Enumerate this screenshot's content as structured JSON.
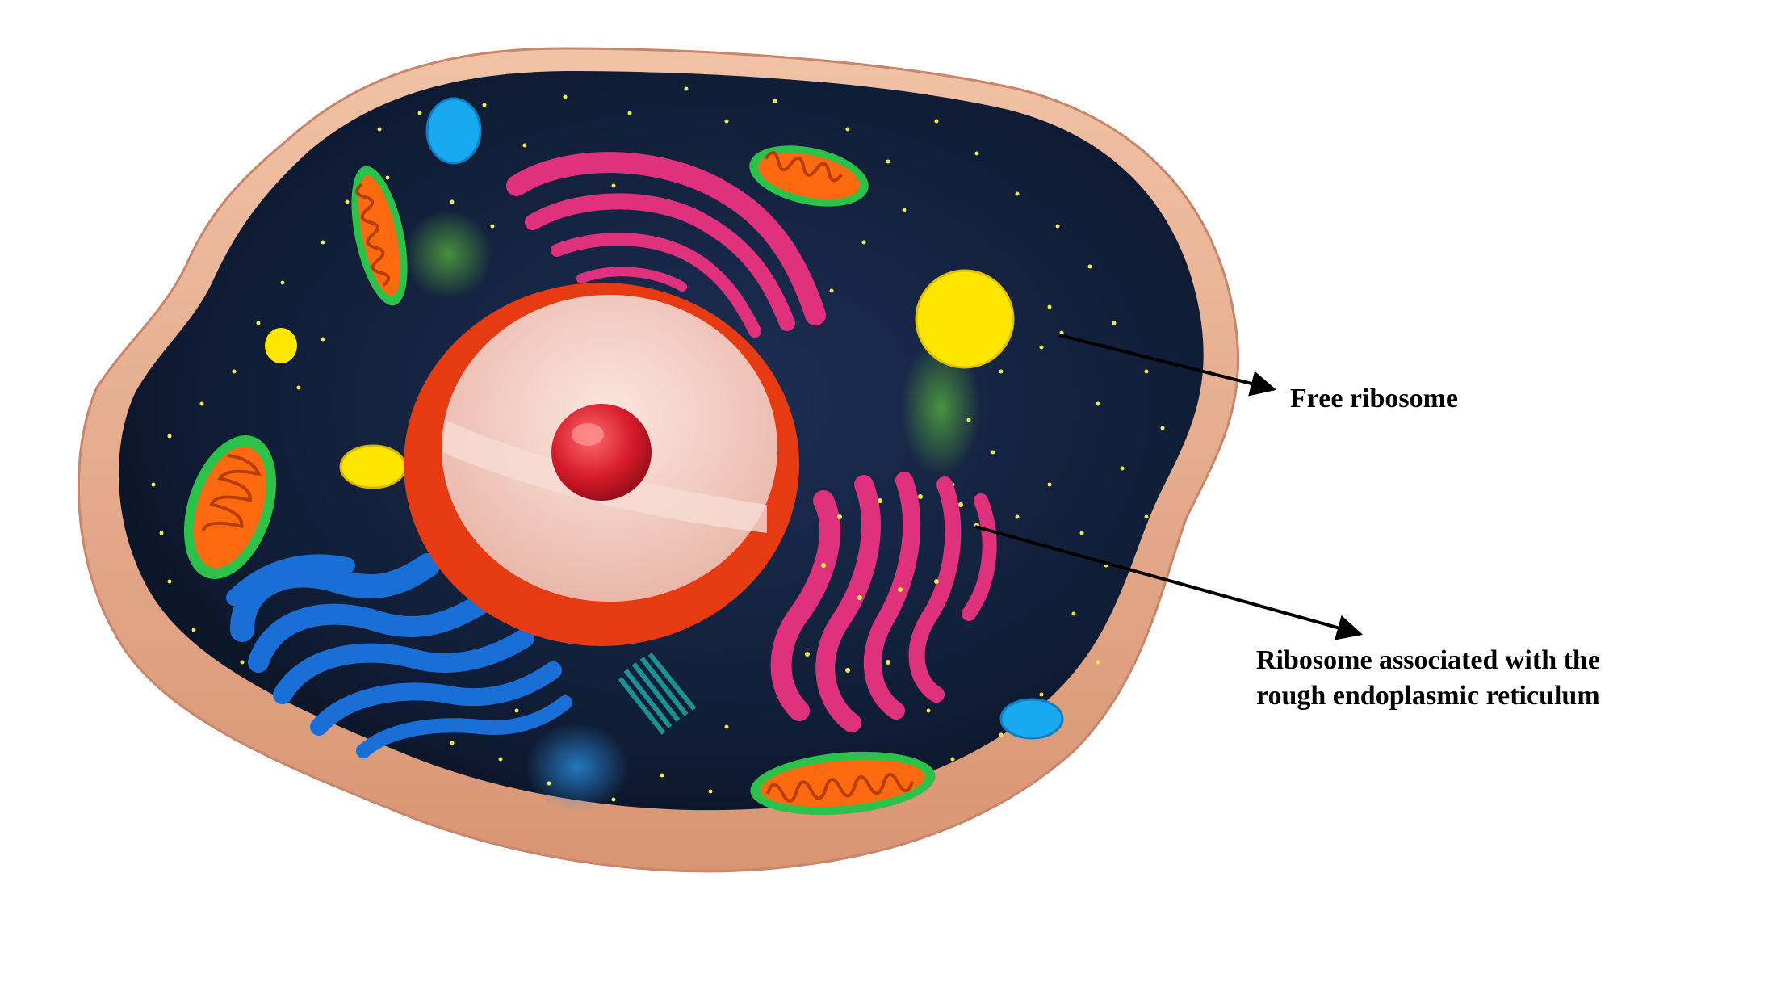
{
  "diagram": {
    "labels": {
      "free_ribosome": "Free ribosome",
      "rough_er_ribosome_line1": "Ribosome associated with the",
      "rough_er_ribosome_line2": "rough endoplasmic reticulum"
    },
    "colors": {
      "membrane": "#e9ae8f",
      "cytoplasm": "#0f1b33",
      "nucleus_envelope": "#e63b12",
      "nucleoplasm": "#f3cfc4",
      "nucleolus": "#d51a2a",
      "rough_er": "#e0317c",
      "golgi": "#1a6fd6",
      "mitochondria_outer": "#2cc24a",
      "mitochondria_inner": "#ff6a10",
      "vesicle_blue": "#18a9f0",
      "vesicle_yellow": "#ffe600",
      "ribosome_dots": "#f2e84a",
      "arrow": "#000000"
    }
  }
}
